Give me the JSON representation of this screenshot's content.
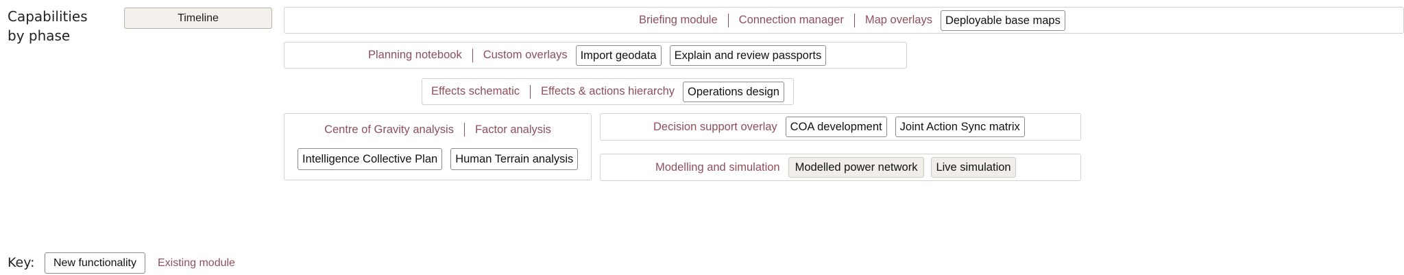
{
  "heading": {
    "line1": "Capabilities",
    "line2": "by phase"
  },
  "timeline_button": "Timeline",
  "rows": {
    "r1": {
      "modules": [
        "Briefing module",
        "Connection manager",
        "Map overlays"
      ],
      "new": [
        "Deployable base maps"
      ]
    },
    "r2": {
      "modules": [
        "Planning notebook",
        "Custom overlays"
      ],
      "new": [
        "Import geodata",
        "Explain and review passports"
      ]
    },
    "r3": {
      "modules": [
        "Effects schematic",
        "Effects & actions hierarchy"
      ],
      "new": [
        "Operations design"
      ]
    },
    "r4a": {
      "modules": [
        "Centre of Gravity analysis",
        "Factor analysis"
      ],
      "new": [
        "Intelligence Collective Plan",
        "Human Terrain analysis"
      ]
    },
    "r4b": {
      "modules": [
        "Decision support overlay"
      ],
      "new": [
        "COA development",
        "Joint Action Sync matrix"
      ]
    },
    "r5b": {
      "modules": [
        "Modelling and simulation"
      ],
      "new": [
        "Modelled power network",
        "Live simulation"
      ]
    }
  },
  "key": {
    "label": "Key:",
    "new_functionality": "New functionality",
    "existing_module": "Existing module"
  },
  "colors": {
    "module_text": "#8e4f5a",
    "box_border": "#d3d0cd",
    "chip_border": "#8a8a8a",
    "timeline_bg": "#f4f0ec"
  }
}
